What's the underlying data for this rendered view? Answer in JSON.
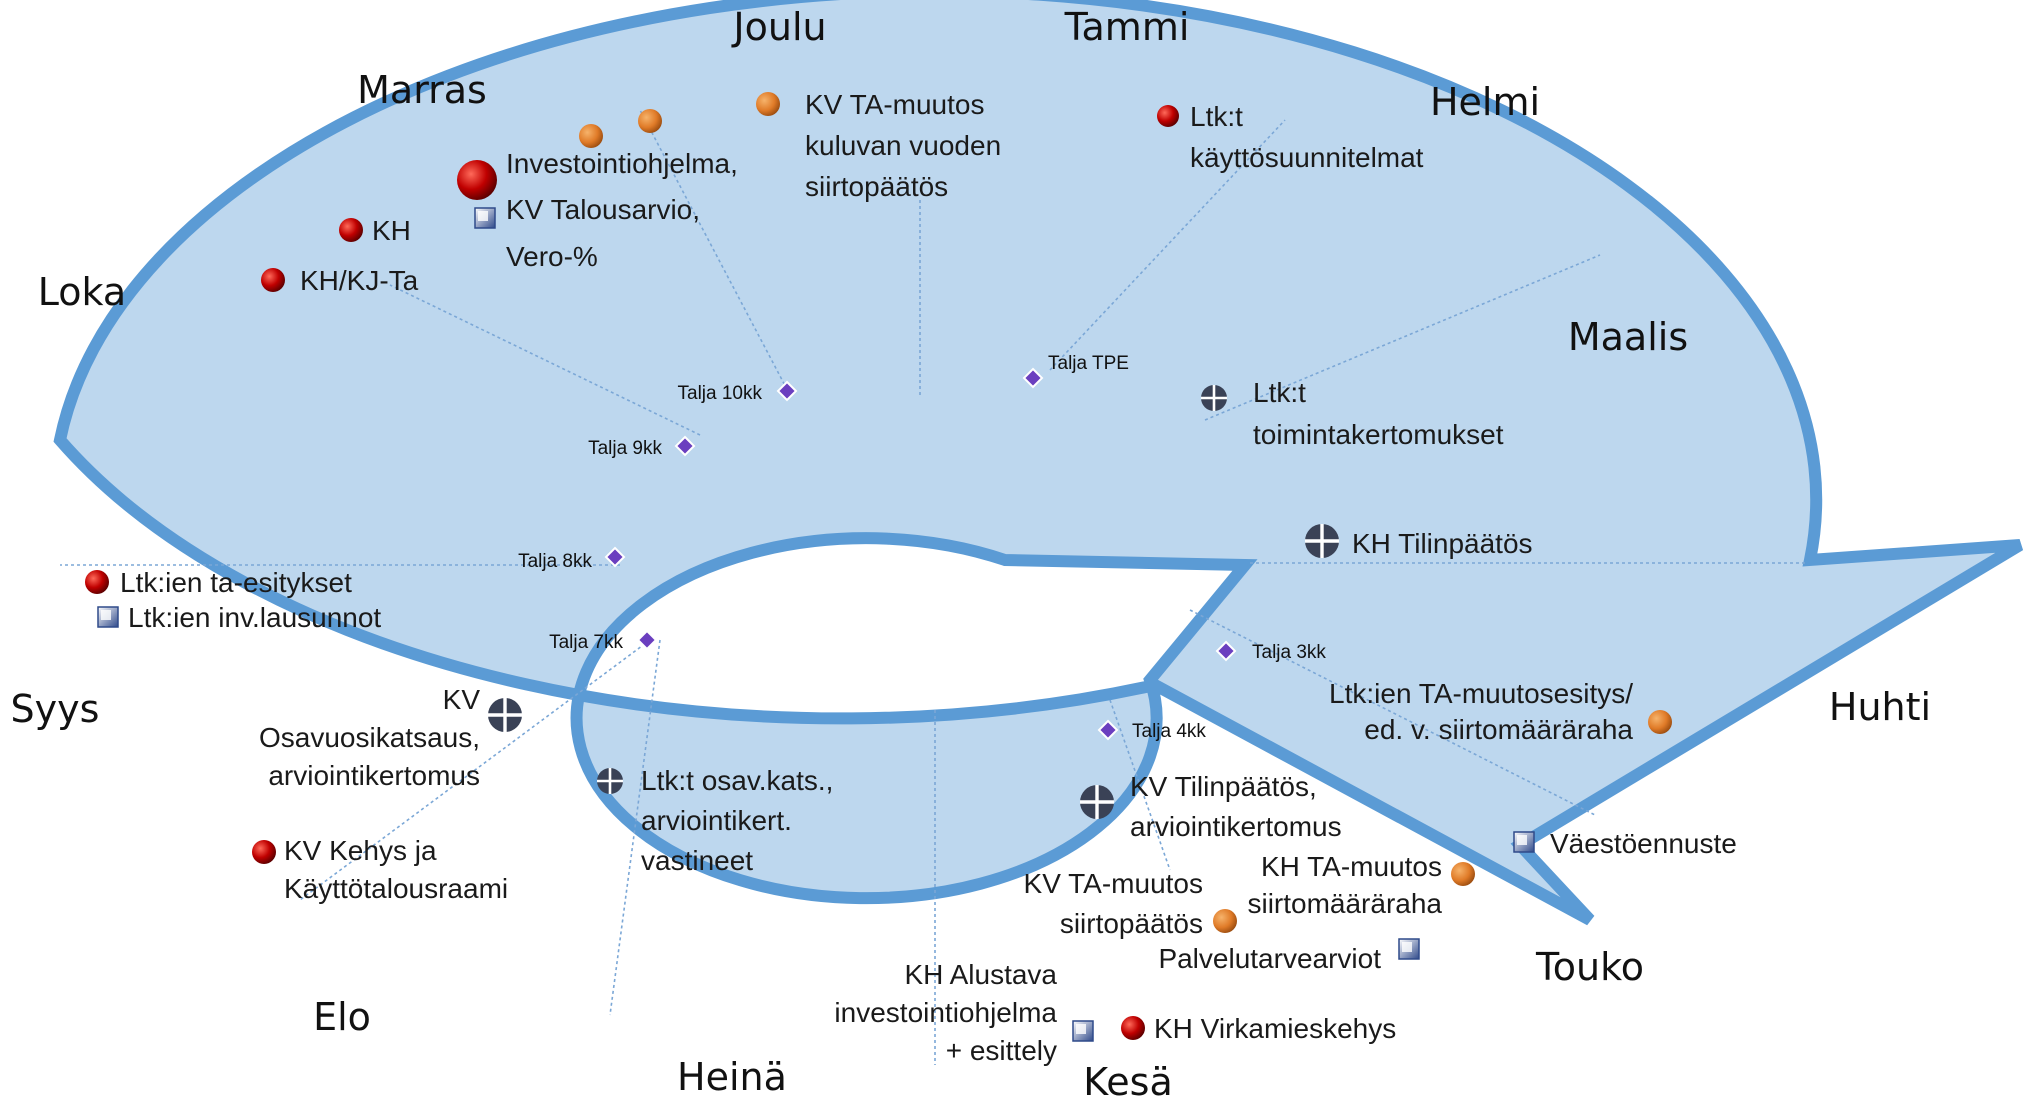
{
  "colors": {
    "ring_fill": "#bdd7ee",
    "ring_stroke": "#5b9bd5",
    "guide_line": "#7ba7d6",
    "red_marker": "#c00000",
    "orange_marker": "#e07b28",
    "cross_marker": "#3a4256",
    "diamond_marker": "#6b3fbf"
  },
  "months": [
    "Tammi",
    "Helmi",
    "Maalis",
    "Huhti",
    "Touko",
    "Kesä",
    "Heinä",
    "Elo",
    "Syys",
    "Loka",
    "Marras",
    "Joulu"
  ],
  "events": [
    {
      "marker": "orange-dot-icon",
      "lines": [
        "KV TA-muutos",
        "kuluvan vuoden",
        "siirtopäätös"
      ]
    },
    {
      "marker": "red-dot-icon",
      "lines": [
        "Ltk:t",
        "käyttösuunnitelmat"
      ]
    },
    {
      "marker": "globe-cross-icon",
      "lines": [
        "Ltk:t",
        "toimintakertomukset"
      ]
    },
    {
      "marker": "globe-cross-icon",
      "lines": [
        "KH Tilinpäätös"
      ]
    },
    {
      "marker": "orange-dot-icon",
      "lines": [
        "Ltk:ien TA-muutosesitys/",
        "ed. v. siirtomääräraha"
      ]
    },
    {
      "marker": "square-icon",
      "lines": [
        "Väestöennuste"
      ]
    },
    {
      "marker": "globe-cross-icon",
      "lines": [
        "KV Tilinpäätös,",
        "arviointikertomus"
      ]
    },
    {
      "marker": "orange-dot-icon",
      "lines": [
        "KH TA-muutos",
        "siirtomääräraha"
      ]
    },
    {
      "marker": "orange-dot-icon",
      "lines": [
        "KV TA-muutos",
        "siirtopäätös"
      ]
    },
    {
      "marker": "square-icon",
      "lines": [
        "Palvelutarvearviot"
      ]
    },
    {
      "marker": "square-icon",
      "lines": [
        "KH Alustava",
        "investointiohjelma",
        "+ esittely"
      ]
    },
    {
      "marker": "red-dot-icon",
      "lines": [
        "KH Virkamieskehys"
      ]
    },
    {
      "marker": "globe-cross-icon",
      "lines": [
        "Ltk:t osav.kats.,",
        "arviointikert.",
        "vastineet"
      ]
    },
    {
      "marker": "red-dot-icon",
      "lines": [
        "KV Kehys ja",
        "Käyttötalousraami"
      ]
    },
    {
      "marker": "globe-cross-icon",
      "lines": [
        "KV",
        "Osavuosikatsaus,",
        "arviointikertomus"
      ]
    },
    {
      "marker": "red-dot-icon",
      "lines": [
        "Ltk:ien ta-esitykset"
      ]
    },
    {
      "marker": "square-icon",
      "lines": [
        "Ltk:ien inv.lausunnot"
      ]
    },
    {
      "marker": "red-dot-icon",
      "lines": [
        "KH/KJ-Ta"
      ]
    },
    {
      "marker": "red-dot-icon",
      "lines": [
        "KH"
      ]
    },
    {
      "marker": "red-dot-icon",
      "lines": [
        "Investointiohjelma,"
      ]
    },
    {
      "marker": "square-icon",
      "lines": [
        "KV Talousarvio,",
        "Vero-%"
      ]
    },
    {
      "marker": "orange-dot-icon",
      "lines": [
        ""
      ]
    },
    {
      "marker": "orange-dot-icon",
      "lines": [
        ""
      ]
    }
  ],
  "talja_markers": [
    "Talja 3kk",
    "Talja 4kk",
    "Talja 7kk",
    "Talja 8kk",
    "Talja 9kk",
    "Talja 10kk",
    "Talja TPE"
  ]
}
